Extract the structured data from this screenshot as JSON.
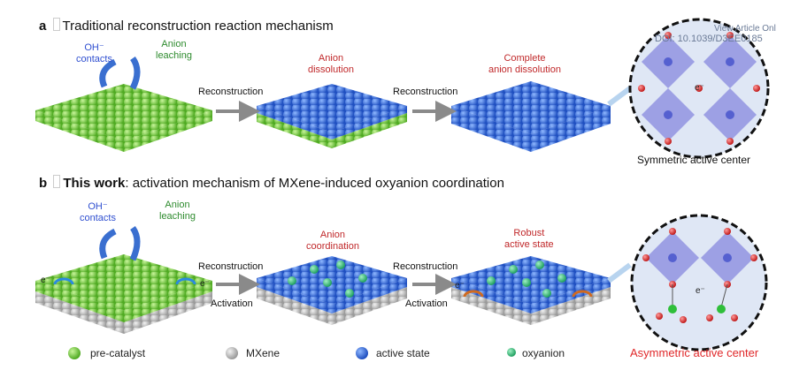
{
  "watermark": {
    "line1": "View Article Onl",
    "line2": "DOI: 10.1039/D3EE0185"
  },
  "panel_a": {
    "letter": "a",
    "title": "Traditional reconstruction reaction mechanism",
    "oh_contacts": "OH⁻\ncontacts",
    "anion_leaching": "Anion\nleaching",
    "step1": "Reconstruction",
    "step2": "Reconstruction",
    "anion_dissolution": "Anion\ndissolution",
    "complete_dissolution": "Complete\nanion dissolution",
    "center_label": "Symmetric active center",
    "electron": "e⁻"
  },
  "panel_b": {
    "letter": "b",
    "title_bold": "This work",
    "title_rest": ": activation mechanism of MXene-induced oxyanion coordination",
    "oh_contacts": "OH⁻\ncontacts",
    "anion_leaching": "Anion\nleaching",
    "step1_top": "Reconstruction",
    "step1_bottom": "Activation",
    "step2_top": "Reconstruction",
    "step2_bottom": "Activation",
    "anion_coordination": "Anion\ncoordination",
    "robust": "Robust\nactive state",
    "center_label": "Asymmetric active center",
    "electron": "e⁻"
  },
  "legend": [
    {
      "label": "pre-catalyst",
      "color": "#6ccf3a"
    },
    {
      "label": "MXene",
      "color": "#bdbdbd"
    },
    {
      "label": "active state",
      "color": "#2f6fe0"
    },
    {
      "label": "oxyanion",
      "color": "#2fbf7a"
    }
  ]
}
